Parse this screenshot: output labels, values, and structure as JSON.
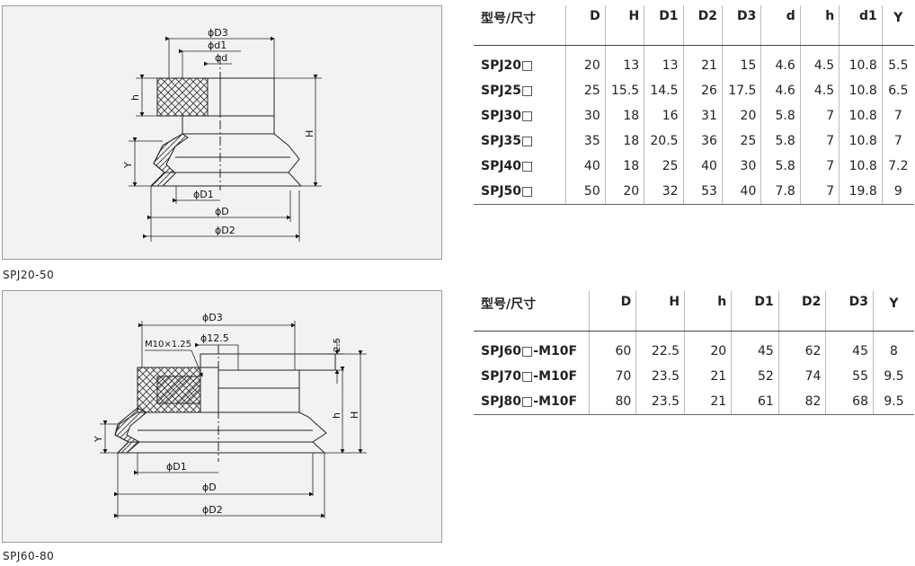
{
  "drawing1": {
    "caption": "SPJ20-50",
    "labels": {
      "D3": "ϕD3",
      "d1": "ϕd1",
      "d": "ϕd",
      "h": "h",
      "H": "H",
      "Y": "Y",
      "D1": "ϕD1",
      "D": "ϕD",
      "D2": "ϕD2"
    }
  },
  "drawing2": {
    "caption": "SPJ60-80",
    "labels": {
      "D3": "ϕD3",
      "thread": "M10×1.25",
      "bore": "ϕ12.5",
      "gap": "2.5",
      "h": "h",
      "H": "H",
      "Y": "Y",
      "D1": "ϕD1",
      "D": "ϕD",
      "D2": "ϕD2"
    }
  },
  "table1": {
    "headers": [
      "型号/尺寸",
      "D",
      "H",
      "D1",
      "D2",
      "D3",
      "d",
      "h",
      "d1",
      "Y"
    ],
    "rows": [
      [
        "SPJ20□",
        "20",
        "13",
        "13",
        "21",
        "15",
        "4.6",
        "4.5",
        "10.8",
        "5.5"
      ],
      [
        "SPJ25□",
        "25",
        "15.5",
        "14.5",
        "26",
        "17.5",
        "4.6",
        "4.5",
        "10.8",
        "6.5"
      ],
      [
        "SPJ30□",
        "30",
        "18",
        "16",
        "31",
        "20",
        "5.8",
        "7",
        "10.8",
        "7"
      ],
      [
        "SPJ35□",
        "35",
        "18",
        "20.5",
        "36",
        "25",
        "5.8",
        "7",
        "10.8",
        "7"
      ],
      [
        "SPJ40□",
        "40",
        "18",
        "25",
        "40",
        "30",
        "5.8",
        "7",
        "10.8",
        "7.2"
      ],
      [
        "SPJ50□",
        "50",
        "20",
        "32",
        "53",
        "40",
        "7.8",
        "7",
        "19.8",
        "9"
      ]
    ]
  },
  "table2": {
    "headers": [
      "型号/尺寸",
      "D",
      "H",
      "h",
      "D1",
      "D2",
      "D3",
      "Y"
    ],
    "rows": [
      [
        "SPJ60□-M10F",
        "60",
        "22.5",
        "20",
        "45",
        "62",
        "45",
        "8"
      ],
      [
        "SPJ70□-M10F",
        "70",
        "23.5",
        "21",
        "52",
        "74",
        "55",
        "9.5"
      ],
      [
        "SPJ80□-M10F",
        "80",
        "23.5",
        "21",
        "61",
        "82",
        "68",
        "9.5"
      ]
    ]
  }
}
